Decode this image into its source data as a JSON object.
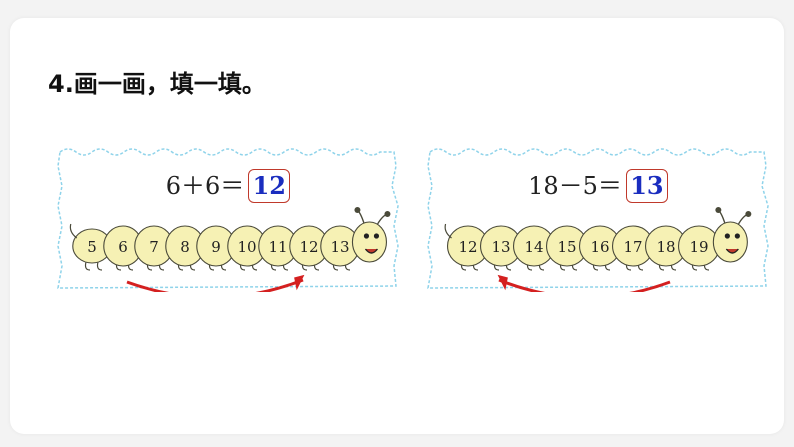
{
  "title": "4.画一画，填一填。",
  "problems": [
    {
      "equation": "6＋6＝",
      "answer": "12",
      "segments": [
        "5",
        "6",
        "7",
        "8",
        "9",
        "10",
        "11",
        "12",
        "13"
      ],
      "arrow": "forward"
    },
    {
      "equation": "18－5＝",
      "answer": "13",
      "segments": [
        "12",
        "13",
        "14",
        "15",
        "16",
        "17",
        "18",
        "19"
      ],
      "arrow": "backward"
    }
  ],
  "colors": {
    "caterpillar_body": "#f6f1b4",
    "caterpillar_outline": "#4a4a3a",
    "arrow": "#d42020",
    "answer_text": "#1a2dbf",
    "answer_box": "#c0392b",
    "paper_border": "#8fd3ea"
  }
}
